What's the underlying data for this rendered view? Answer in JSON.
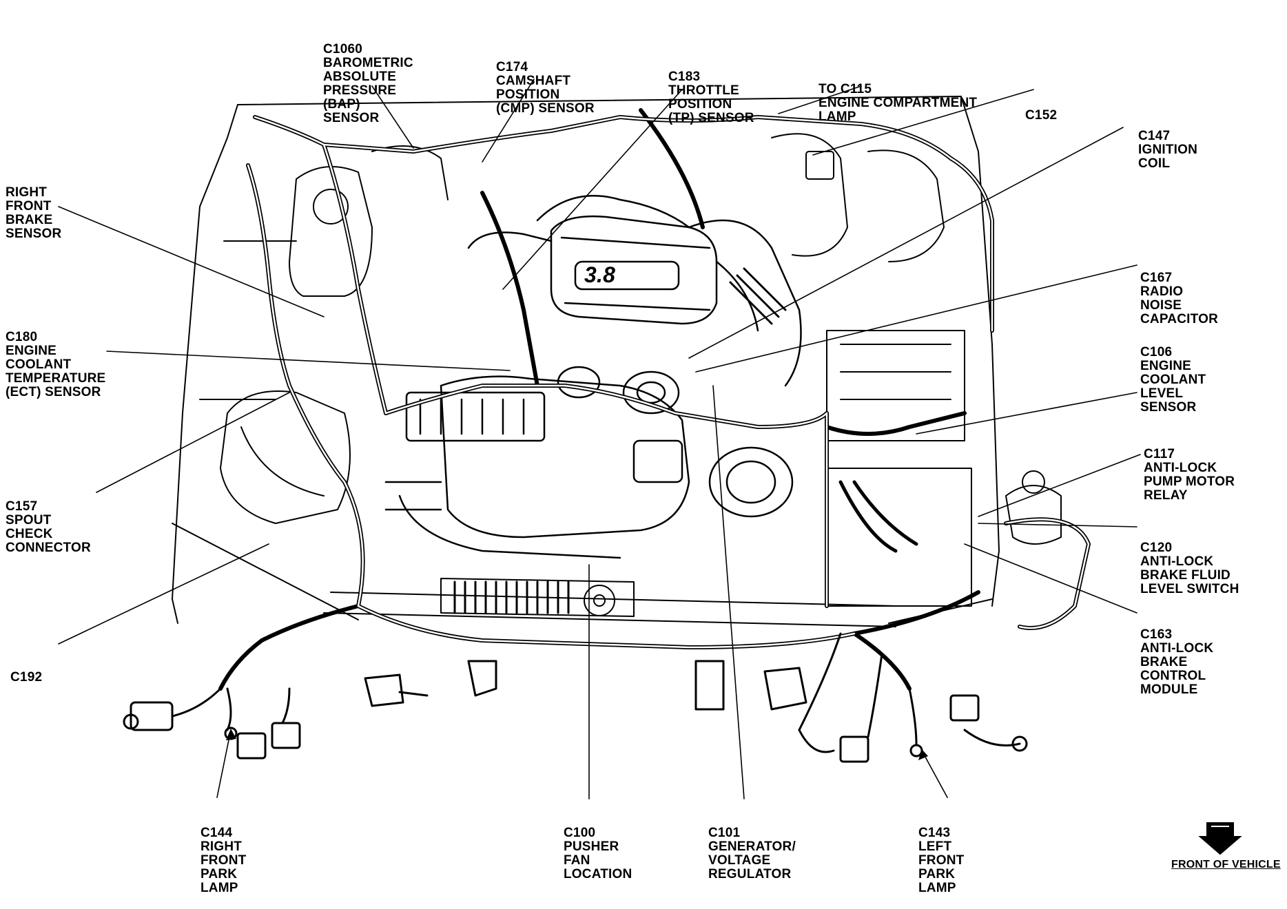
{
  "callouts": {
    "c1060": [
      "C1060",
      "BAROMETRIC",
      "ABSOLUTE",
      "PRESSURE",
      "(BAP)",
      "SENSOR"
    ],
    "c174": [
      "C174",
      "CAMSHAFT",
      "POSITION",
      "(CMP) SENSOR"
    ],
    "c183": [
      "C183",
      "THROTTLE",
      "POSITION",
      "(TP) SENSOR"
    ],
    "c115": [
      "TO C115",
      "ENGINE COMPARTMENT",
      "LAMP"
    ],
    "c152": [
      "C152"
    ],
    "c147": [
      "C147",
      "IGNITION",
      "COIL"
    ],
    "right_front_brake": [
      "RIGHT",
      "FRONT",
      "BRAKE",
      "SENSOR"
    ],
    "c167": [
      "C167",
      "RADIO",
      "NOISE",
      "CAPACITOR"
    ],
    "c180": [
      "C180",
      "ENGINE",
      "COOLANT",
      "TEMPERATURE",
      "(ECT) SENSOR"
    ],
    "c106": [
      "C106",
      "ENGINE",
      "COOLANT",
      "LEVEL",
      "SENSOR"
    ],
    "c117": [
      "C117",
      "ANTI-LOCK",
      "PUMP MOTOR",
      "RELAY"
    ],
    "c157": [
      "C157",
      "SPOUT",
      "CHECK",
      "CONNECTOR"
    ],
    "c120": [
      "C120",
      "ANTI-LOCK",
      "BRAKE FLUID",
      "LEVEL SWITCH"
    ],
    "c163": [
      "C163",
      "ANTI-LOCK",
      "BRAKE",
      "CONTROL",
      "MODULE"
    ],
    "c192": [
      "C192"
    ],
    "c144": [
      "C144",
      "RIGHT",
      "FRONT",
      "PARK",
      "LAMP"
    ],
    "c100": [
      "C100",
      "PUSHER",
      "FAN",
      "LOCATION"
    ],
    "c101": [
      "C101",
      "GENERATOR/",
      "VOLTAGE",
      "REGULATOR"
    ],
    "c143": [
      "C143",
      "LEFT",
      "FRONT",
      "PARK",
      "LAMP"
    ]
  },
  "engine_badge": "3.8",
  "footer": {
    "front_of_vehicle": "FRONT OF VEHICLE"
  },
  "colors": {
    "ink": "#000000",
    "paper": "#ffffff"
  }
}
